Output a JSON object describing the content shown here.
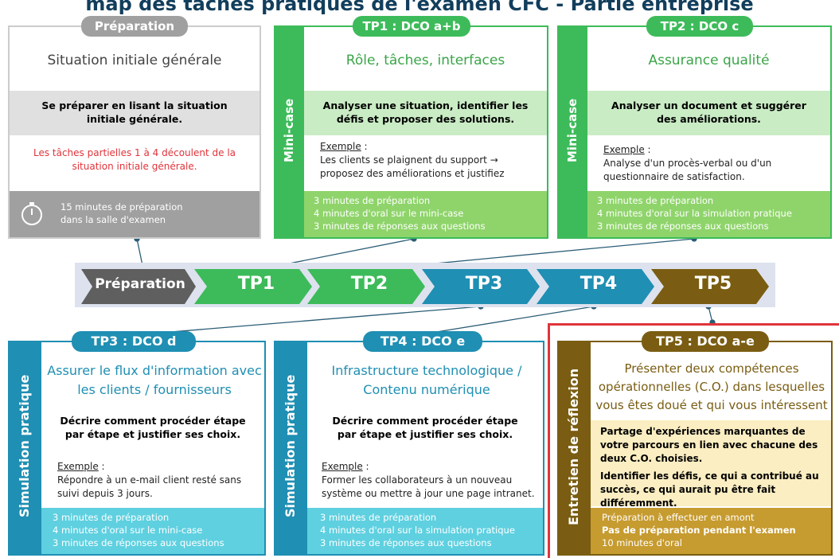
{
  "title": "map des tâches pratiques de l'examen CFC - Partie entreprise",
  "prep": {
    "pill": "Préparation",
    "heading": "Situation initiale générale",
    "band": "Se préparer en lisant la situation initiale générale.",
    "note": "Les tâches partielles 1 à 4 découlent de la situation initiale générale.",
    "info": "15 minutes de préparation dans la salle d'examen"
  },
  "tp1": {
    "pill": "TP1 : DCO a+b",
    "side": "Mini-case",
    "heading": "Rôle, tâches, interfaces",
    "band": "Analyser une situation, identifier les défis et proposer des solutions.",
    "example_label": "Exemple",
    "example_suffix": " :",
    "example_text": "Les clients se plaignent du support → proposez des améliorations et justifiez",
    "info": [
      "3 minutes de préparation",
      "4 minutes d'oral sur le mini-case",
      "3 minutes de réponses aux questions"
    ]
  },
  "tp2": {
    "pill": "TP2 : DCO c",
    "side": "Mini-case",
    "heading": "Assurance qualité",
    "band": "Analyser un document et suggérer des améliorations.",
    "example_label": "Exemple",
    "example_suffix": " :",
    "example_text": "Analyse d'un procès-verbal ou d'un questionnaire de satisfaction.",
    "info": [
      "3 minutes de préparation",
      "4 minutes d'oral sur la simulation pratique",
      "3 minutes de réponses aux questions"
    ]
  },
  "flow": [
    "Préparation",
    "TP1",
    "TP2",
    "TP3",
    "TP4",
    "TP5"
  ],
  "tp3": {
    "pill": "TP3 : DCO d",
    "side": "Simulation pratique",
    "heading": "Assurer le flux d'information avec les clients / fournisseurs",
    "band": "Décrire comment procéder étape par étape et justifier ses choix.",
    "example_label": "Exemple",
    "example_suffix": " :",
    "example_text": "Répondre à un e-mail client resté sans suivi depuis 3 jours.",
    "info": [
      "3 minutes de préparation",
      "4 minutes d'oral sur le mini-case",
      "3 minutes de réponses aux questions"
    ]
  },
  "tp4": {
    "pill": "TP4 : DCO e",
    "side": "Simulation pratique",
    "heading": "Infrastructure technologique / Contenu numérique",
    "band": "Décrire comment procéder étape par étape et justifier ses choix.",
    "example_label": "Exemple",
    "example_suffix": " :",
    "example_text": "Former les collaborateurs à un nouveau système ou mettre à jour une page intranet.",
    "info": [
      "3 minutes de préparation",
      "4 minutes d'oral sur la simulation pratique",
      "3 minutes de réponses aux questions"
    ]
  },
  "tp5": {
    "pill": "TP5 : DCO a-e",
    "side": "Entretien de réflexion",
    "heading": "Présenter deux compétences opérationnelles (C.O.) dans lesquelles vous êtes doué et qui vous intéressent",
    "band1": "Partage d'expériences marquantes de votre parcours en lien avec chacune des deux C.O. choisies.",
    "band2": "Identifier les défis, ce qui a contribué au succès, ce qui aurait pu être fait différemment.",
    "info": [
      "Préparation à effectuer en amont",
      "Pas de préparation pendant l'examen",
      "10 minutes d'oral"
    ]
  },
  "colors": {
    "gray": "#a0a0a0",
    "green": "#3dbb5a",
    "lightgreen": "#8fd46b",
    "teal": "#1f8fb3",
    "cyan": "#5fd0e0",
    "olive": "#7a5d12",
    "red": "#e0343b"
  }
}
